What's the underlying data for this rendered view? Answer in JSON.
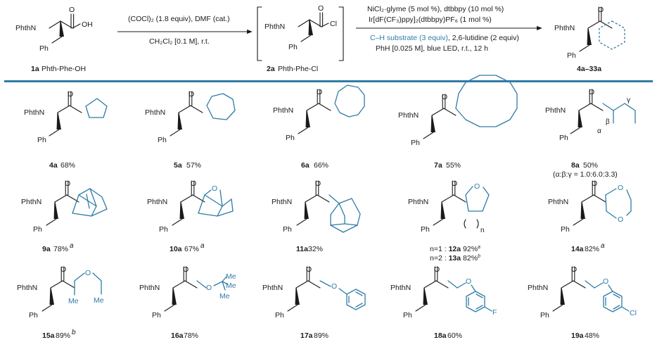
{
  "reaction": {
    "start_label": "1a",
    "start_name": "Phth-Phe-OH",
    "step1_top": "(COCl)₂ (1.8 equiv), DMF (cat.)",
    "step1_bottom": "CH₂Cl₂ [0.1 M], r.t.",
    "inter_label": "2a",
    "inter_name": "Phth-Phe-Cl",
    "step2_line1": "NiCl₂·glyme (5 mol %), dtbbpy (10 mol %)",
    "step2_line2": "Ir[dF(CF₃)ppy]₂(dtbbpy)PF₆ (1 mol %)",
    "step2_line3": "C–H substrate (3 equiv)",
    "step2_line3b": ", 2,6-lutidine (2 equiv)",
    "step2_line4": "PhH [0.025 M], blue LED, r.t., 12 h",
    "product_label": "4a–33a"
  },
  "atoms": {
    "phthn": "PhthN",
    "ph": "Ph",
    "o": "O",
    "oh": "OH",
    "cl": "Cl",
    "f": "F",
    "me": "Me",
    "alpha": "α",
    "beta": "β",
    "gamma": "γ",
    "n_sub": "n"
  },
  "products": [
    {
      "id": "4a",
      "yield": "68%",
      "sup": ""
    },
    {
      "id": "5a",
      "yield": "57%",
      "sup": ""
    },
    {
      "id": "6a",
      "yield": "66%",
      "sup": ""
    },
    {
      "id": "7a",
      "yield": "55%",
      "sup": ""
    },
    {
      "id": "8a",
      "yield": "50%",
      "sup": "",
      "note": "(α:β:γ = 1.0:6.0:3.3)"
    },
    {
      "id": "9a",
      "yield": "78%",
      "sup": "a"
    },
    {
      "id": "10a",
      "yield": "67%",
      "sup": "a"
    },
    {
      "id": "11a",
      "yield": "32%",
      "sup": ""
    },
    {
      "id": "12a",
      "yield": "92%",
      "sup": "a",
      "prefix": "n=1 : "
    },
    {
      "id": "13a",
      "yield": "82%",
      "sup": "b",
      "prefix": "n=2 : "
    },
    {
      "id": "14a",
      "yield": "82%",
      "sup": "a"
    },
    {
      "id": "15a",
      "yield": "89%",
      "sup": "b"
    },
    {
      "id": "16a",
      "yield": "78%",
      "sup": ""
    },
    {
      "id": "17a",
      "yield": "89%",
      "sup": ""
    },
    {
      "id": "18a",
      "yield": "60%",
      "sup": ""
    },
    {
      "id": "19a",
      "yield": "48%",
      "sup": ""
    }
  ],
  "colors": {
    "accent": "#2f7ca6",
    "ink": "#1a1a1a"
  }
}
